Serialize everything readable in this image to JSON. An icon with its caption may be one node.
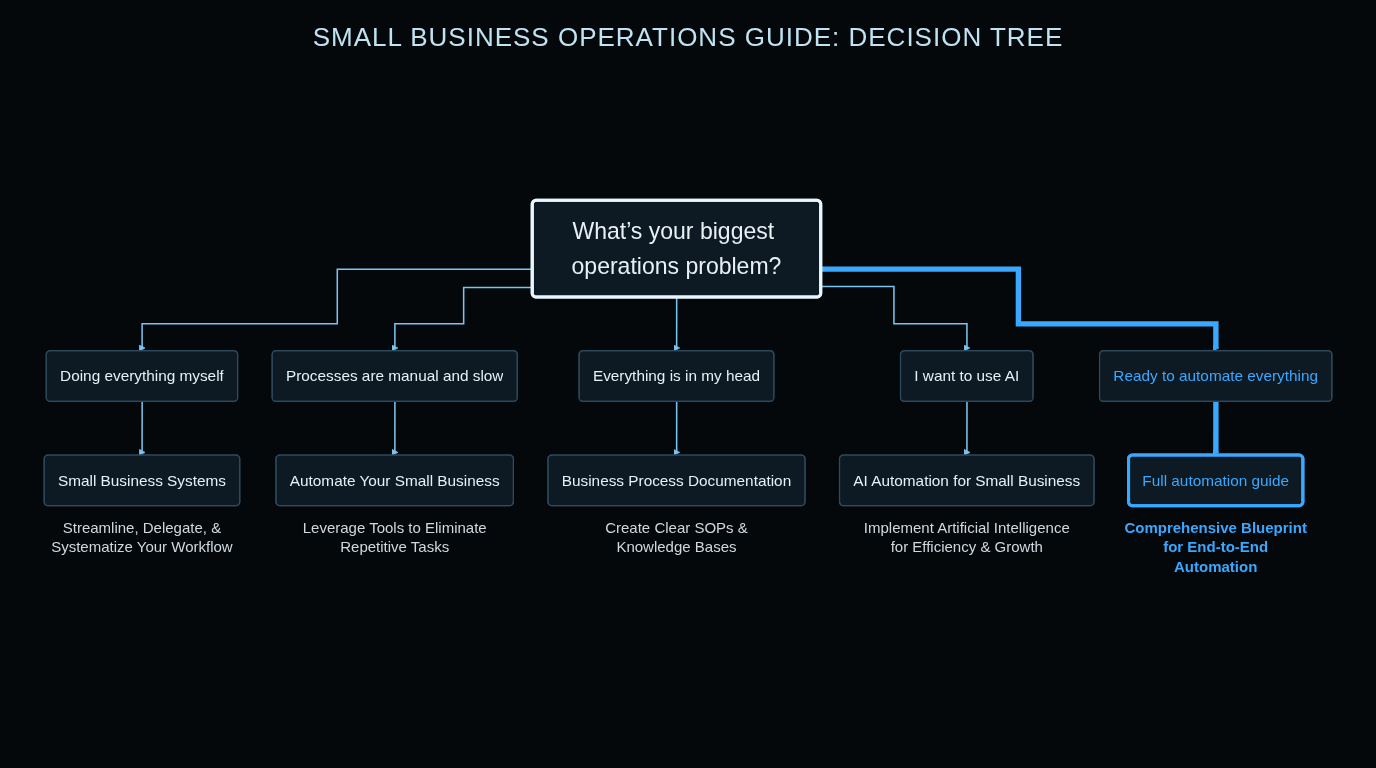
{
  "diagram": {
    "title": "SMALL BUSINESS OPERATIONS GUIDE: DECISION TREE",
    "nodes": [
      {
        "text": [
          "What’s your biggest operations problem?"
        ]
      },
      {
        "text": [
          "Doing everything myself"
        ]
      },
      {
        "text": [
          "Processes are manual and slow"
        ]
      },
      {
        "text": [
          "Everything is in my head"
        ]
      },
      {
        "text": [
          "I want to use AI"
        ]
      },
      {
        "text": [
          "Ready to automate everything"
        ]
      },
      {
        "text": [
          "Small Business Systems"
        ],
        "beside": [
          "Streamline, Delegate, & Systematize Your Workflow"
        ]
      },
      {
        "text": [
          "Automate Your Small Business"
        ],
        "beside": [
          "Leverage Tools to Eliminate Repetitive Tasks"
        ]
      },
      {
        "text": [
          "Business Process Documentation"
        ],
        "beside": [
          "Create Clear SOPs & Knowledge Bases"
        ]
      },
      {
        "text": [
          "AI Automation for Small Business"
        ],
        "beside": [
          "Implement Artificial Intelligence for Efficiency & Growth"
        ]
      },
      {
        "text": [
          "Full automation guide"
        ],
        "beside": [
          "Comprehensive Blueprint for End-to-End Automation"
        ]
      }
    ],
    "edges": [
      {
        "from": 0,
        "to": 1,
        "arrow": "to"
      },
      {
        "from": 0,
        "to": 2,
        "arrow": "to"
      },
      {
        "from": 0,
        "to": 3,
        "arrow": "to"
      },
      {
        "from": 0,
        "to": 4,
        "arrow": "to"
      },
      {
        "from": 0,
        "to": 5,
        "arrow": "to",
        "style": "thick",
        "color": "#3aa8ff"
      },
      {
        "from": 1,
        "to": 6,
        "arrow": "to"
      },
      {
        "from": 2,
        "to": 7,
        "arrow": "to"
      },
      {
        "from": 3,
        "to": 8,
        "arrow": "to"
      },
      {
        "from": 4,
        "to": 9,
        "arrow": "to"
      },
      {
        "from": 5,
        "to": 10,
        "arrow": "to",
        "style": "thick",
        "color": "#3aa8ff"
      }
    ]
  }
}
